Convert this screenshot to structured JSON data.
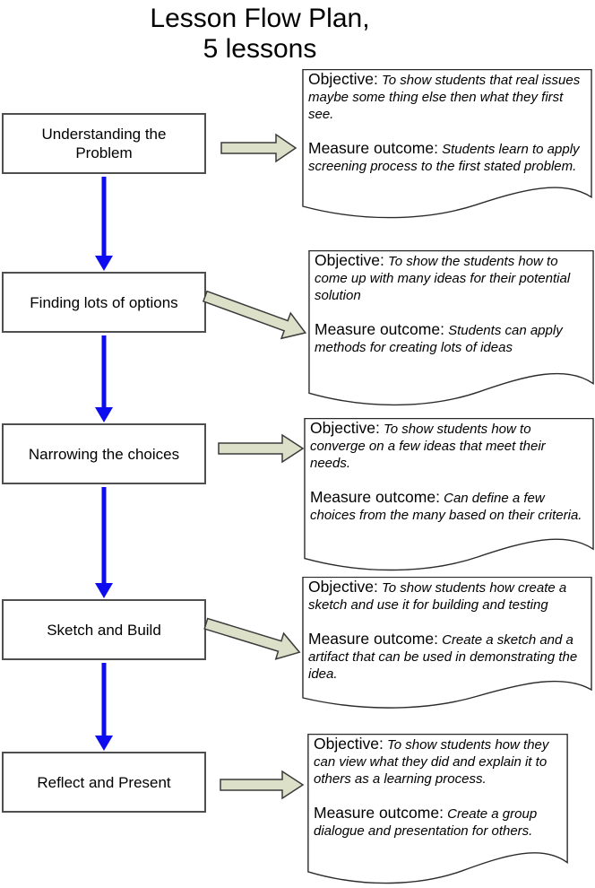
{
  "title": "Lesson Flow Plan,\n5 lessons",
  "colors": {
    "connector_blue": "#0d0df0",
    "block_arrow_fill": "#dde0c9",
    "box_border": "#4f4f4f"
  },
  "steps": [
    {
      "label": "Understanding the Problem",
      "panel": {
        "objective_label": "Objective:",
        "objective": "To show students that real issues maybe some thing else then what they first see.",
        "outcome_label": "Measure outcome:",
        "outcome": "Students learn to apply screening process to the first stated problem."
      }
    },
    {
      "label": "Finding lots of options",
      "panel": {
        "objective_label": "Objective:",
        "objective": "To show the students how to come up with many ideas for their potential solution",
        "outcome_label": "Measure outcome:",
        "outcome": "Students can apply methods for creating lots of ideas"
      }
    },
    {
      "label": "Narrowing the choices",
      "panel": {
        "objective_label": "Objective:",
        "objective": "To show students how to converge on a few ideas that meet their needs.",
        "outcome_label": "Measure outcome:",
        "outcome": "Can define a few choices from the many based on their criteria."
      }
    },
    {
      "label": "Sketch and Build",
      "panel": {
        "objective_label": "Objective:",
        "objective": "To show students how create a sketch and use it for building and testing",
        "outcome_label": "Measure outcome:",
        "outcome": "Create a sketch and a artifact that can be used in demonstrating the idea."
      }
    },
    {
      "label": "Reflect and Present",
      "panel": {
        "objective_label": "Objective:",
        "objective": "To show students how they can view what they did and explain it to others as a learning process.",
        "outcome_label": "Measure outcome:",
        "outcome": "Create a group dialogue and presentation for others."
      }
    }
  ]
}
